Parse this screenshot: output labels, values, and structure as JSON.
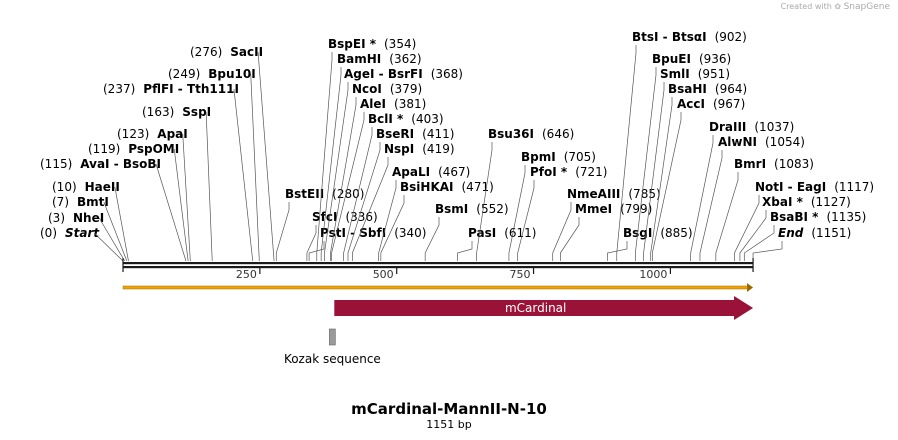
{
  "watermark": {
    "prefix": "Created with",
    "brand": "SnapGene"
  },
  "title": "mCardinal-MannII-N-10",
  "subtitle": "1151 bp",
  "sequence_length": 1151,
  "axis_ticks": [
    "250",
    "500",
    "750",
    "1000"
  ],
  "axis_tick_values": [
    250,
    500,
    750,
    1000
  ],
  "colors": {
    "backbone": "#1a1a1a",
    "orf": "#f2a300",
    "feature": "#9b1238",
    "misc": "#9a9a9a"
  },
  "features": [
    {
      "name": "",
      "start": 1,
      "end": 1151,
      "type": "orf",
      "color": "#f2a300"
    },
    {
      "name": "mCardinal",
      "start": 387,
      "end": 1151,
      "type": "cds",
      "color": "#9b1238"
    },
    {
      "name": "Kozak sequence",
      "start": 378,
      "end": 387,
      "type": "misc",
      "color": "#9a9a9a"
    }
  ],
  "sites": [
    {
      "label": "(0)",
      "name": "Start",
      "kind": "end",
      "pos": 0
    },
    {
      "label": "(3)",
      "name": "NheI",
      "pos": 3
    },
    {
      "label": "(7)",
      "name": "BmtI",
      "pos": 7
    },
    {
      "label": "(10)",
      "name": "HaeII",
      "pos": 10
    },
    {
      "label": "(115)",
      "name": "AvaI - BsoBI",
      "pos": 115
    },
    {
      "label": "(119)",
      "name": "PspOMI",
      "pos": 119
    },
    {
      "label": "(123)",
      "name": "ApaI",
      "pos": 123
    },
    {
      "label": "(163)",
      "name": "SspI",
      "pos": 163
    },
    {
      "label": "(237)",
      "name": "PflFI - Tth111I",
      "pos": 237
    },
    {
      "label": "(249)",
      "name": "Bpu10I",
      "pos": 249
    },
    {
      "label": "(276)",
      "name": "SacII",
      "pos": 276
    },
    {
      "name": "BstEII",
      "label": "(280)",
      "pos": 280
    },
    {
      "name": "SfcI",
      "label": "(336)",
      "pos": 336
    },
    {
      "name": "PstI - SbfI",
      "label": "(340)",
      "pos": 340
    },
    {
      "name": "BspEI *",
      "label": "(354)",
      "pos": 354
    },
    {
      "name": "BamHI",
      "label": "(362)",
      "pos": 362
    },
    {
      "name": "AgeI - BsrFI",
      "label": "(368)",
      "pos": 368
    },
    {
      "name": "NcoI",
      "label": "(379)",
      "pos": 379
    },
    {
      "name": "AleI",
      "label": "(381)",
      "pos": 381
    },
    {
      "name": "BclI *",
      "label": "(403)",
      "pos": 403
    },
    {
      "name": "BseRI",
      "label": "(411)",
      "pos": 411
    },
    {
      "name": "NspI",
      "label": "(419)",
      "pos": 419
    },
    {
      "name": "ApaLI",
      "label": "(467)",
      "pos": 467
    },
    {
      "name": "BsiHKAI",
      "label": "(471)",
      "pos": 471
    },
    {
      "name": "BsmI",
      "label": "(552)",
      "pos": 552
    },
    {
      "name": "PasI",
      "label": "(611)",
      "pos": 611
    },
    {
      "name": "Bsu36I",
      "label": "(646)",
      "pos": 646
    },
    {
      "name": "BpmI",
      "label": "(705)",
      "pos": 705
    },
    {
      "name": "PfoI *",
      "label": "(721)",
      "pos": 721
    },
    {
      "name": "NmeAIII",
      "label": "(785)",
      "pos": 785
    },
    {
      "name": "MmeI",
      "label": "(799)",
      "pos": 799
    },
    {
      "name": "BsgI",
      "label": "(885)",
      "pos": 885
    },
    {
      "name": "BtsI - BtsαI",
      "label": "(902)",
      "pos": 902
    },
    {
      "name": "BpuEI",
      "label": "(936)",
      "pos": 936
    },
    {
      "name": "SmlI",
      "label": "(951)",
      "pos": 951
    },
    {
      "name": "BsaHI",
      "label": "(964)",
      "pos": 964
    },
    {
      "name": "AccI",
      "label": "(967)",
      "pos": 967
    },
    {
      "name": "DraIII",
      "label": "(1037)",
      "pos": 1037
    },
    {
      "name": "AlwNI",
      "label": "(1054)",
      "pos": 1054
    },
    {
      "name": "BmrI",
      "label": "(1083)",
      "pos": 1083
    },
    {
      "name": "NotI - EagI",
      "label": "(1117)",
      "pos": 1117
    },
    {
      "name": "XbaI *",
      "label": "(1127)",
      "pos": 1127
    },
    {
      "name": "BsaBI *",
      "label": "(1135)",
      "pos": 1135
    },
    {
      "name": "End",
      "kind": "end",
      "label": "(1151)",
      "pos": 1151
    }
  ]
}
